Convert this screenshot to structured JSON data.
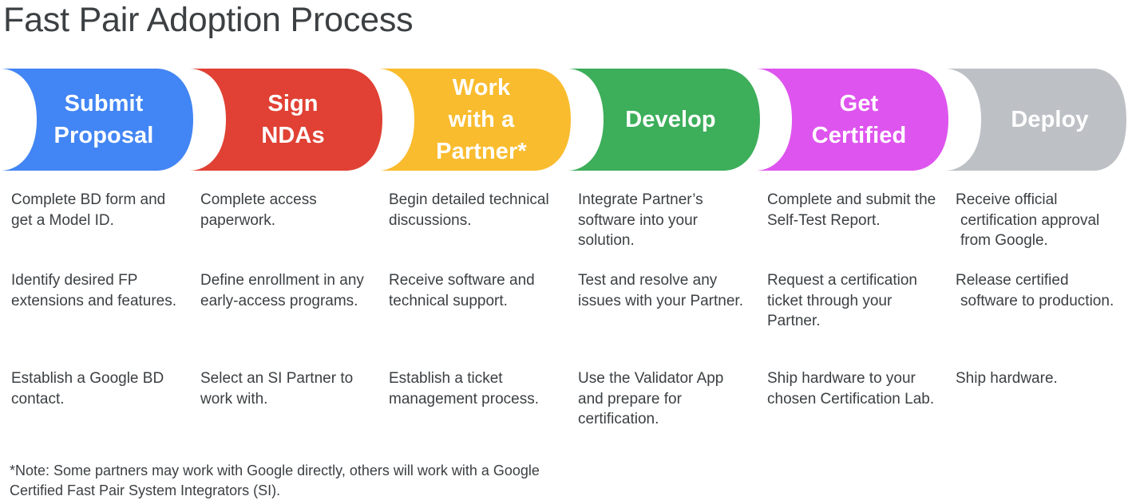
{
  "title": "Fast Pair Adoption Process",
  "colors": {
    "title_text": "#3c4043",
    "body_text": "#3c4043",
    "background": "#ffffff",
    "stage_blue": "#4285f4",
    "stage_red": "#e04134",
    "stage_yellow": "#f9bc2e",
    "stage_green": "#3dae5a",
    "stage_magenta": "#de54ee",
    "stage_gray": "#bdc1c6",
    "banner_label_text": "#ffffff"
  },
  "stages": [
    {
      "id": "submit-proposal",
      "label_lines": [
        "Submit",
        "Proposal"
      ],
      "color": "#4285f4",
      "items": [
        "Complete BD form and get a Model ID.",
        "Identify desired FP extensions and features.",
        "Establish a Google BD contact."
      ]
    },
    {
      "id": "sign-ndas",
      "label_lines": [
        "Sign",
        "NDAs"
      ],
      "color": "#e04134",
      "items": [
        "Complete access paperwork.",
        "Define enrollment in any early-access programs.",
        "Select an SI Partner to work with."
      ]
    },
    {
      "id": "work-with-a-partner",
      "label_lines": [
        "Work",
        "with a",
        "Partner*"
      ],
      "color": "#f9bc2e",
      "items": [
        "Begin detailed technical discussions.",
        "Receive software and technical support.",
        "Establish a ticket management process."
      ]
    },
    {
      "id": "develop",
      "label_lines": [
        "Develop"
      ],
      "color": "#3dae5a",
      "items": [
        "Integrate Partner’s software into your solution.",
        "Test and resolve any issues with your Partner.",
        "Use the Validator App and prepare for certification."
      ]
    },
    {
      "id": "get-certified",
      "label_lines": [
        "Get",
        "Certified"
      ],
      "color": "#de54ee",
      "items": [
        "Complete and submit the Self-Test Report.",
        "Request a certification ticket through your Partner.",
        "Ship hardware to your chosen Certification Lab."
      ]
    },
    {
      "id": "deploy",
      "label_lines": [
        "Deploy"
      ],
      "color": "#bdc1c6",
      "items": [
        "Receive official certification approval from Google.",
        "Release certified software to production.",
        "Ship hardware."
      ]
    }
  ],
  "footnote": "*Note: Some partners may work with Google directly, others will work with a Google Certified Fast Pair System Integrators (SI)."
}
